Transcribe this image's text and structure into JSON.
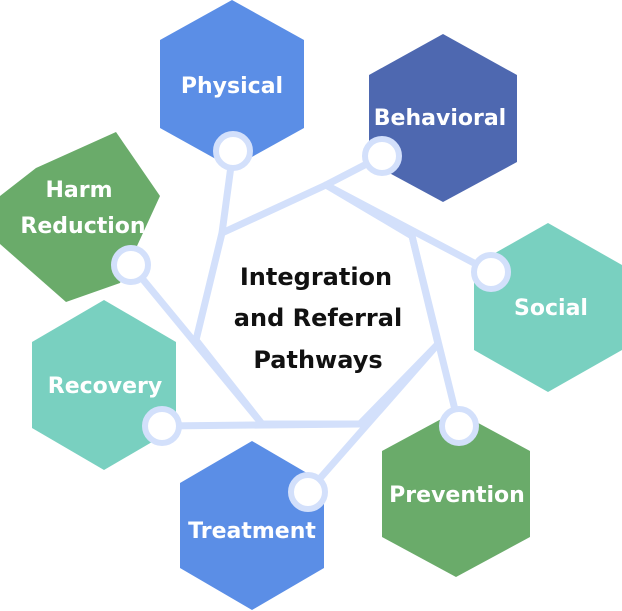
{
  "center": {
    "title_lines": [
      "Integration",
      "and Referral",
      "Pathways"
    ]
  },
  "nodes": [
    {
      "id": "physical",
      "label_lines": [
        "Physical"
      ],
      "color": "#5b8ee6"
    },
    {
      "id": "behavioral",
      "label_lines": [
        "Behavioral"
      ],
      "color": "#4e68b0"
    },
    {
      "id": "social",
      "label_lines": [
        "Social"
      ],
      "color": "#79d0c0"
    },
    {
      "id": "prevention",
      "label_lines": [
        "Prevention"
      ],
      "color": "#6aab6a"
    },
    {
      "id": "treatment",
      "label_lines": [
        "Treatment"
      ],
      "color": "#5b8ee6"
    },
    {
      "id": "recovery",
      "label_lines": [
        "Recovery"
      ],
      "color": "#79d0c0"
    },
    {
      "id": "harm-reduction",
      "label_lines": [
        "Harm",
        "Reduction"
      ],
      "color": "#6aab6a"
    }
  ],
  "colors": {
    "connector": "#d3e0fb",
    "center_text": "#111111",
    "label_text": "#ffffff"
  }
}
